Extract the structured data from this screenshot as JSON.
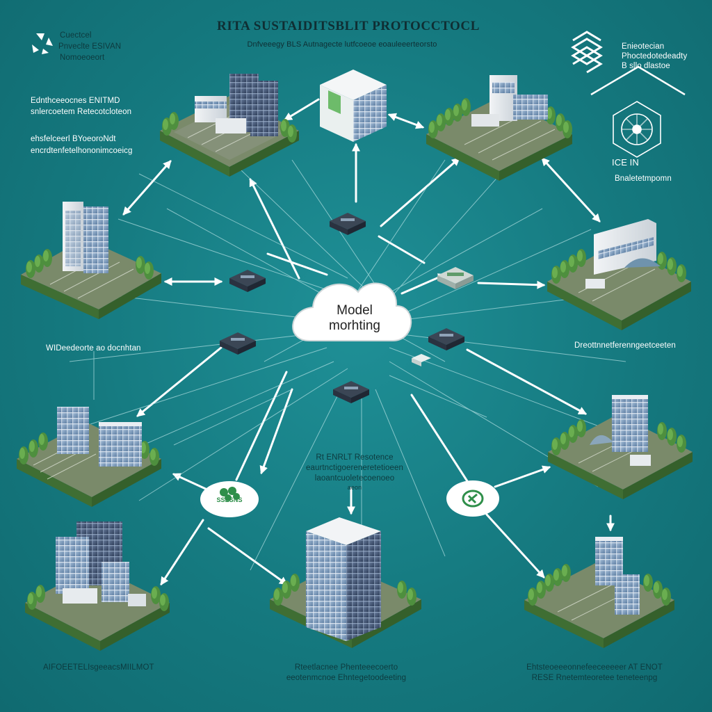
{
  "header": {
    "title": "RITA SUSTAIDITSBLIT PROTOCCTOCL",
    "subtitle": "Dnfveeegy BLS Autnagecte lutfcoeoe eoauleeerteorsto"
  },
  "top_left_logo": {
    "lines": [
      "Cuectcel",
      "Pnveclte ESIVAN",
      "Nomoeoeort"
    ]
  },
  "top_right_logo": {
    "lines": [
      "Enieotecian",
      "Phoctedotedeadty",
      "B sllo dlastoe"
    ]
  },
  "top_right_emblem": {
    "label": "ICE  IN",
    "caption": "Bnaletetmpomn"
  },
  "left_notes": {
    "block1": [
      "Ednthceeocnes ENITMD",
      "snlercoetem Retecotcloteon"
    ],
    "block2": [
      "ehsfelceerl BYoeoroNdt",
      "encrdtenfetelhononimcoeicg"
    ]
  },
  "center_cloud": {
    "lines": [
      "Model",
      "morhting"
    ]
  },
  "center_note": {
    "lines": [
      "Rt ENRLT Resotence",
      "eaurtnctigoereneretetioeen",
      "laoantcuoletecoenoeo",
      "aeon"
    ]
  },
  "site_labels": {
    "left_mid": "WIDeedeorte ao docnhtan",
    "right_mid": "Dreottnnetferenngeetceeten",
    "bottom_left": "AIFOEETELIsgeeacsMIILMOT",
    "bottom_center": [
      "Rteetlacnee Phenteeecoerto",
      "eeotenmcnoe Ehntegetoodeeting"
    ],
    "bottom_right": [
      "Ehtsteoeeeonnefeeceeeeer AT ENOT",
      "RESE Rnetemteoretee teneteenpg"
    ]
  },
  "badges": {
    "left": "SSESNS"
  },
  "colors": {
    "background": "#177f86",
    "ground": "#6f8a5e",
    "grass_edge": "#4f7d3c",
    "tree": "#4e8f3e",
    "building_glass": "#7d9fc0",
    "building_dark": "#3b4f6b",
    "arrow": "#ffffff",
    "cloud": "#ffffff",
    "badge_green": "#2f8f4a"
  },
  "icons": [
    "recycle-logo-icon",
    "layered-chevron-icon",
    "hexagon-network-icon",
    "network-switch-icon",
    "cloud-icon",
    "leaf-badge-icon"
  ]
}
